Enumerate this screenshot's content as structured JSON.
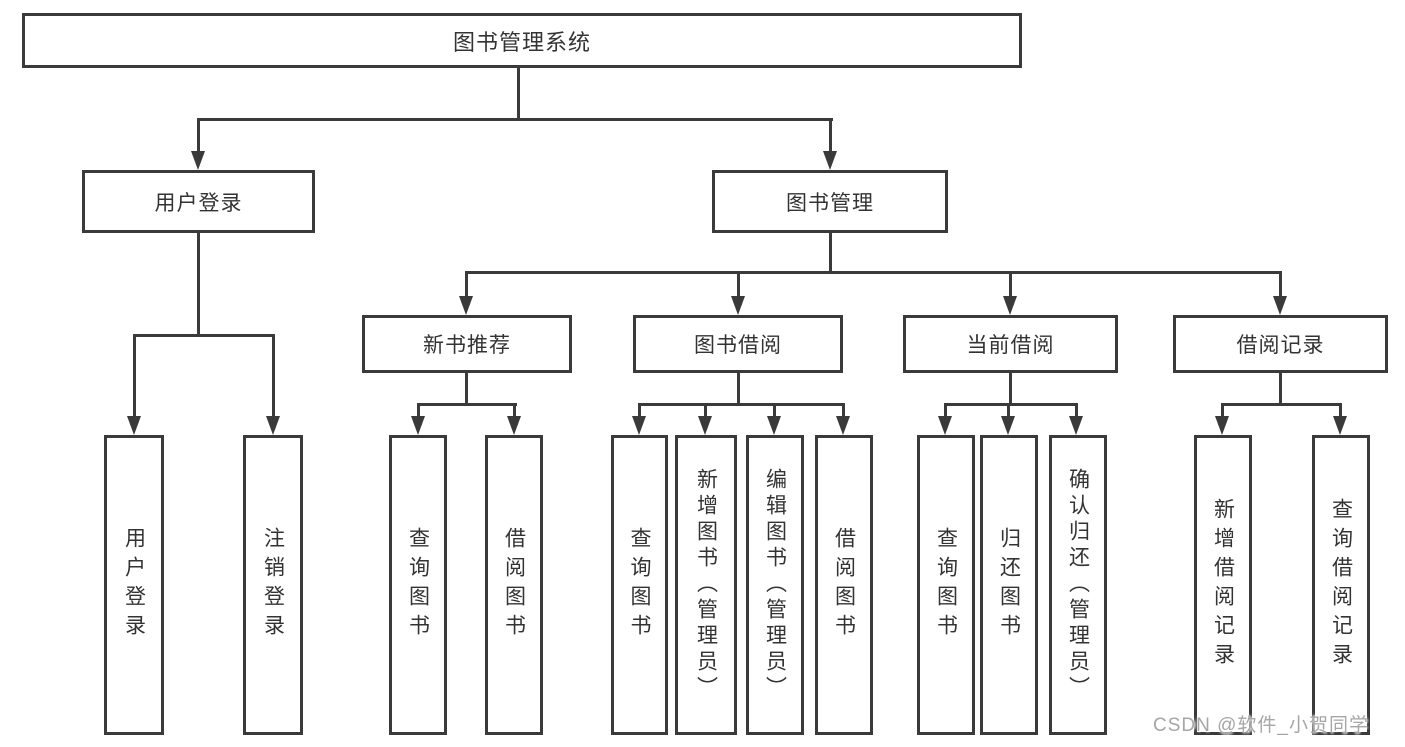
{
  "watermark": {
    "text": "CSDN @软件_小贺同学"
  },
  "diagram": {
    "type": "hierarchy-tree",
    "root": {
      "label": "图书管理系统",
      "children": [
        {
          "label": "用户登录",
          "children": [
            {
              "label": "用户登录"
            },
            {
              "label": "注销登录"
            }
          ]
        },
        {
          "label": "图书管理",
          "children": [
            {
              "label": "新书推荐",
              "children": [
                {
                  "label": "查询图书"
                },
                {
                  "label": "借阅图书"
                }
              ]
            },
            {
              "label": "图书借阅",
              "children": [
                {
                  "label": "查询图书"
                },
                {
                  "label": "新增图书（管理员）"
                },
                {
                  "label": "编辑图书（管理员）"
                },
                {
                  "label": "借阅图书"
                }
              ]
            },
            {
              "label": "当前借阅",
              "children": [
                {
                  "label": "查询图书"
                },
                {
                  "label": "归还图书"
                },
                {
                  "label": "确认归还（管理员）"
                }
              ]
            },
            {
              "label": "借阅记录",
              "children": [
                {
                  "label": "新增借阅记录"
                },
                {
                  "label": "查询借阅记录"
                }
              ]
            }
          ]
        }
      ]
    }
  }
}
